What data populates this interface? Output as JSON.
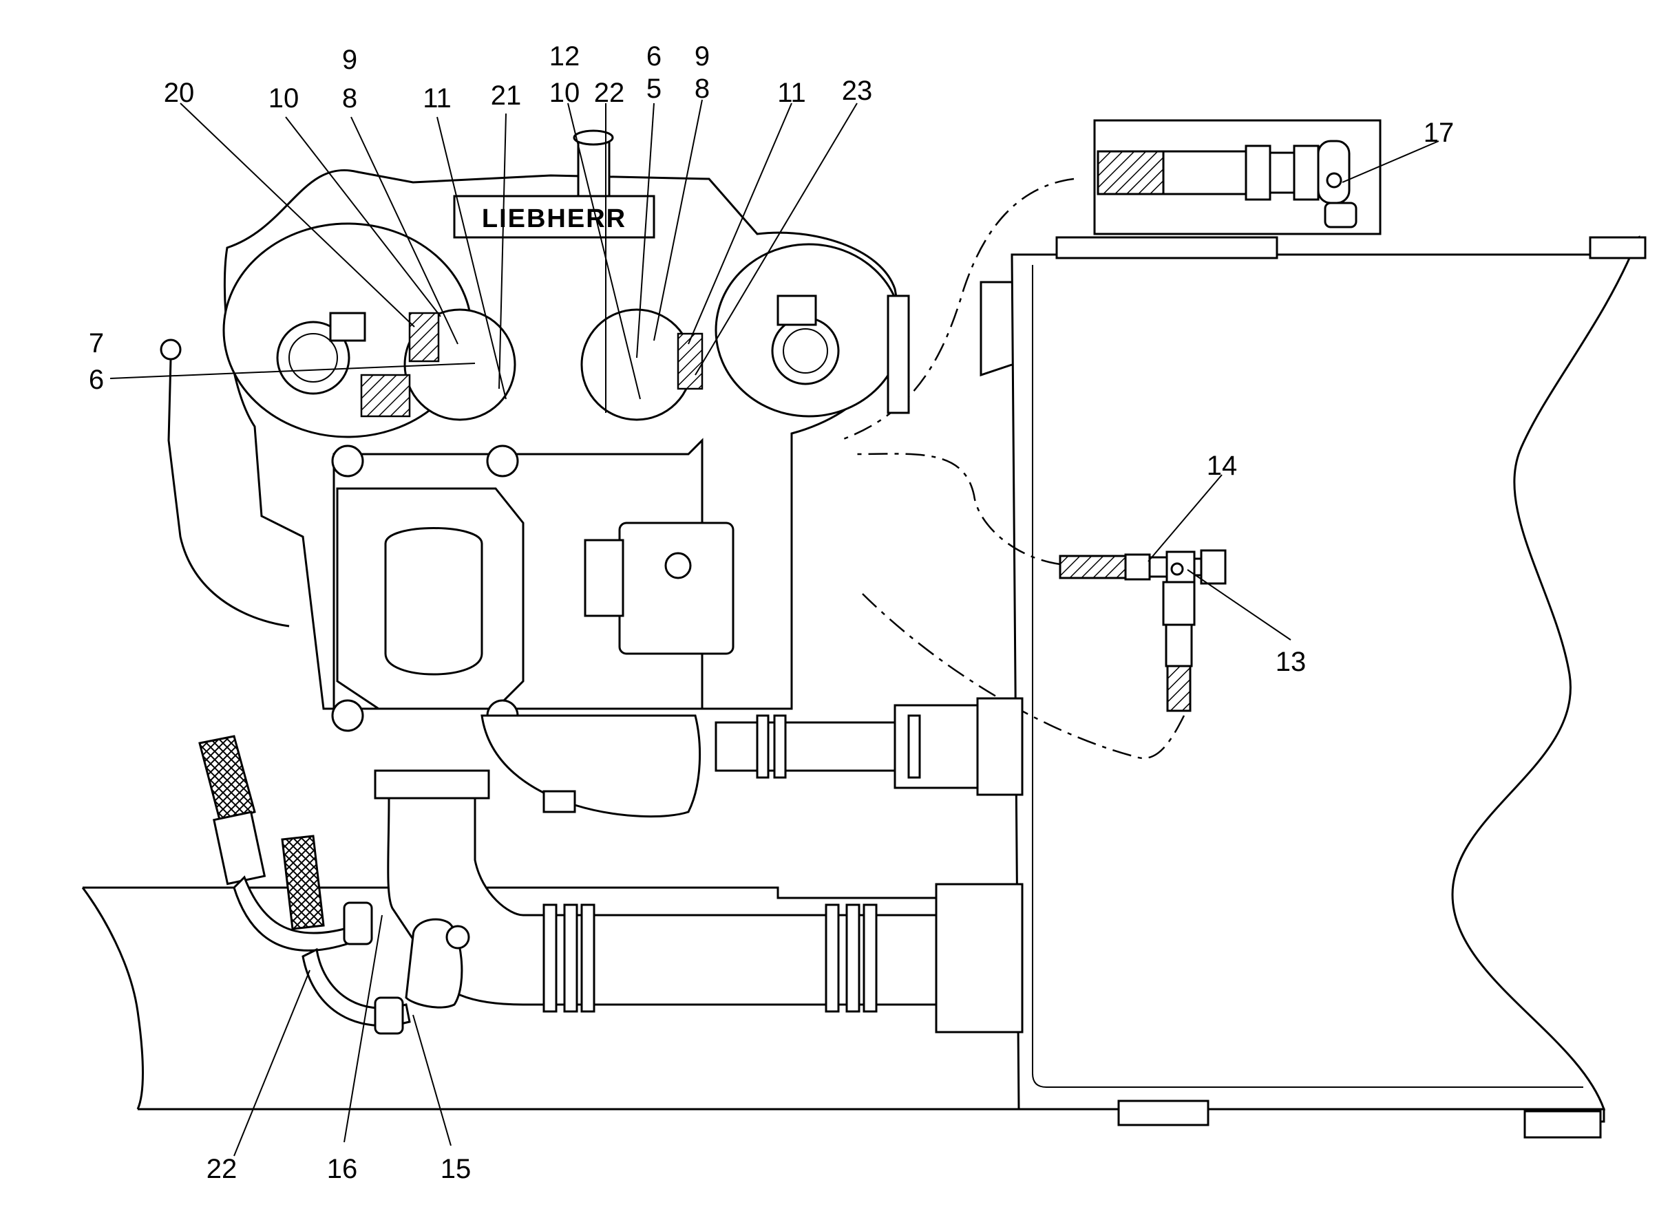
{
  "brand_text": "LIEBHERR",
  "callouts": [
    {
      "id": "c20",
      "text": "20"
    },
    {
      "id": "c10a",
      "text": "10"
    },
    {
      "id": "c9a",
      "text": "9"
    },
    {
      "id": "c8a",
      "text": "8"
    },
    {
      "id": "c11a",
      "text": "11"
    },
    {
      "id": "c21",
      "text": "21"
    },
    {
      "id": "c12",
      "text": "12"
    },
    {
      "id": "c10b",
      "text": "10"
    },
    {
      "id": "c22a",
      "text": "22"
    },
    {
      "id": "c6a",
      "text": "6"
    },
    {
      "id": "c5",
      "text": "5"
    },
    {
      "id": "c9b",
      "text": "9"
    },
    {
      "id": "c8b",
      "text": "8"
    },
    {
      "id": "c11b",
      "text": "11"
    },
    {
      "id": "c23",
      "text": "23"
    },
    {
      "id": "c7",
      "text": "7"
    },
    {
      "id": "c6b",
      "text": "6"
    },
    {
      "id": "c17",
      "text": "17"
    },
    {
      "id": "c14",
      "text": "14"
    },
    {
      "id": "c13",
      "text": "13"
    },
    {
      "id": "c22b",
      "text": "22"
    },
    {
      "id": "c16",
      "text": "16"
    },
    {
      "id": "c15",
      "text": "15"
    }
  ]
}
